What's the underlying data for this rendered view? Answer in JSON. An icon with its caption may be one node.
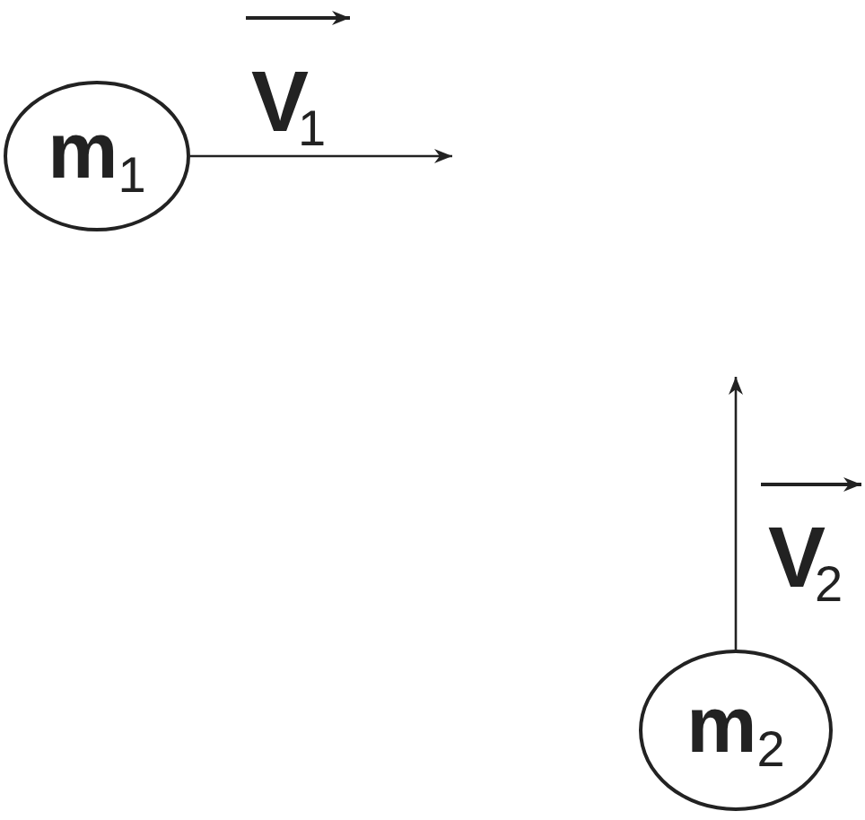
{
  "diagram": {
    "nodes": [
      {
        "text": [
          "m$_{1}$"
        ]
      },
      {
        "text": [
          "m$_{2}$"
        ]
      }
    ],
    "edges": [
      {
        "from": 0,
        "to": null,
        "arrow": "to"
      },
      {
        "from": 1,
        "to": null,
        "arrow": "to"
      }
    ],
    "labels": [
      "V$_{1}$",
      "V$_{2}$"
    ]
  }
}
